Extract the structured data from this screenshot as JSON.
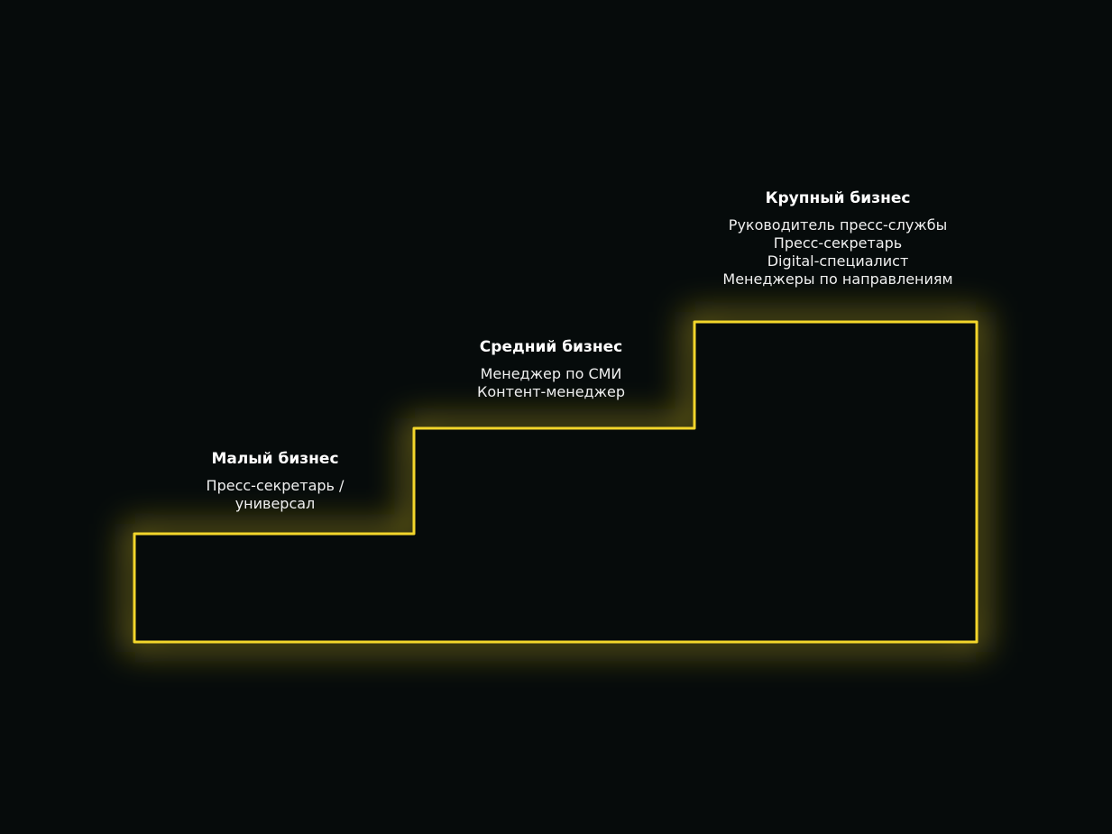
{
  "colors": {
    "background": "#060b0b",
    "outline": "#f3d62b",
    "glow": "#c9b21c"
  },
  "steps": [
    {
      "title": "Малый бизнес",
      "roles": [
        "Пресс-секретарь /",
        "универсал"
      ]
    },
    {
      "title": "Средний бизнес",
      "roles": [
        "Менеджер по СМИ",
        "Контент-менеджер"
      ]
    },
    {
      "title": "Крупный бизнес",
      "roles": [
        "Руководитель пресс-службы",
        "Пресс-секретарь",
        "Digital-специалист",
        "Менеджеры по направлениям"
      ]
    }
  ]
}
